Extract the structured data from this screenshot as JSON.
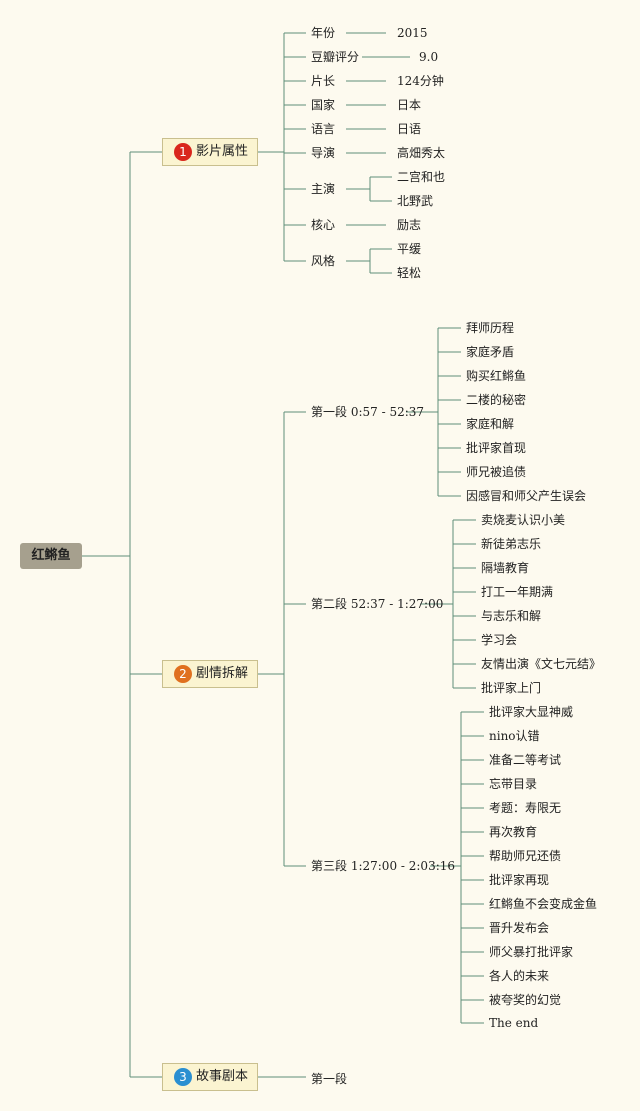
{
  "root": "红鳉鱼",
  "branch1": {
    "number": "1",
    "label": "影片属性",
    "color": "#d9261c",
    "attrs": [
      {
        "key": "年份",
        "value": "2015"
      },
      {
        "key": "豆瓣评分",
        "value": "9.0"
      },
      {
        "key": "片长",
        "value": "124分钟"
      },
      {
        "key": "国家",
        "value": "日本"
      },
      {
        "key": "语言",
        "value": "日语"
      },
      {
        "key": "导演",
        "value": "高畑秀太"
      },
      {
        "key": "主演",
        "values": [
          "二宫和也",
          "北野武"
        ]
      },
      {
        "key": "核心",
        "value": "励志"
      },
      {
        "key": "风格",
        "values": [
          "平缓",
          "轻松"
        ]
      }
    ]
  },
  "branch2": {
    "number": "2",
    "label": "剧情拆解",
    "color": "#e0701f",
    "segments": [
      {
        "label": "第一段 0:57 - 52:37",
        "items": [
          "拜师历程",
          "家庭矛盾",
          "购买红鳉鱼",
          "二楼的秘密",
          "家庭和解",
          "批评家首现",
          "师兄被追债",
          "因感冒和师父产生误会"
        ]
      },
      {
        "label": "第二段 52:37 - 1:27:00",
        "items": [
          "卖烧麦认识小美",
          "新徒弟志乐",
          "隔墙教育",
          "打工一年期满",
          "与志乐和解",
          "学习会",
          "友情出演《文七元结》",
          "批评家上门"
        ]
      },
      {
        "label": "第三段 1:27:00 - 2:03:16",
        "items": [
          "批评家大显神威",
          "nino认错",
          "准备二等考试",
          "忘带目录",
          "考题：寿限无",
          "再次教育",
          "帮助师兄还债",
          "批评家再现",
          "红鳉鱼不会变成金鱼",
          "晋升发布会",
          "师父暴打批评家",
          "各人的未来",
          "被夸奖的幻觉",
          "The end"
        ]
      }
    ]
  },
  "branch3": {
    "number": "3",
    "label": "故事剧本",
    "color": "#2a8fd1",
    "items": [
      "第一段"
    ]
  },
  "line_color": "#5e8f78"
}
